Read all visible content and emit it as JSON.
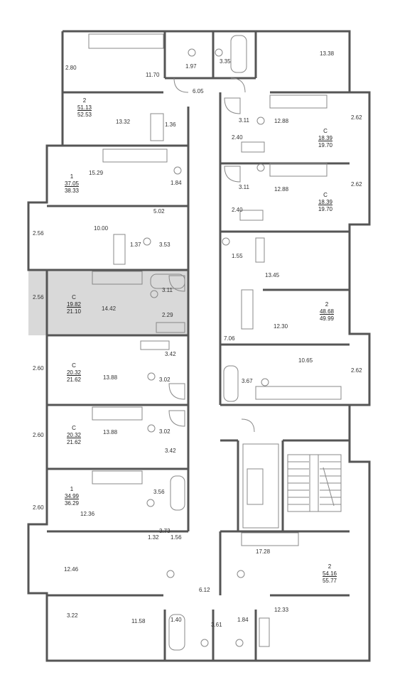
{
  "colors": {
    "wall": "#555555",
    "highlight": "#d9d9d9",
    "line": "#777777",
    "text": "#333333"
  },
  "apartments": [
    {
      "id": "apt-2-top",
      "type": "2",
      "living": "51.13",
      "total": "52.53"
    },
    {
      "id": "apt-1-a",
      "type": "1",
      "living": "37.05",
      "total": "38.33"
    },
    {
      "id": "apt-c-hl",
      "type": "C",
      "living": "19.82",
      "total": "21.10"
    },
    {
      "id": "apt-c-a",
      "type": "C",
      "living": "20.32",
      "total": "21.62"
    },
    {
      "id": "apt-c-b",
      "type": "C",
      "living": "20.32",
      "total": "21.62"
    },
    {
      "id": "apt-1-b",
      "type": "1",
      "living": "34.99",
      "total": "36.29"
    },
    {
      "id": "apt-c-r1",
      "type": "C",
      "living": "18.39",
      "total": "19.70"
    },
    {
      "id": "apt-c-r2",
      "type": "C",
      "living": "18.39",
      "total": "19.70"
    },
    {
      "id": "apt-2-r",
      "type": "2",
      "living": "48.68",
      "total": "49.99"
    },
    {
      "id": "apt-2-br",
      "type": "2",
      "living": "54.16",
      "total": "55.77"
    }
  ],
  "room_areas": [
    "2.80",
    "11.70",
    "1.97",
    "3.35",
    "13.38",
    "6.05",
    "13.32",
    "1.36",
    "15.29",
    "1.84",
    "5.02",
    "10.00",
    "1.37",
    "3.53",
    "2.56",
    "2.56",
    "14.42",
    "3.11",
    "2.29",
    "3.42",
    "2.60",
    "13.88",
    "3.02",
    "2.60",
    "13.88",
    "3.02",
    "3.42",
    "3.56",
    "2.60",
    "12.36",
    "3.73",
    "12.46",
    "1.32",
    "1.56",
    "6.12",
    "3.22",
    "11.58",
    "1.40",
    "3.61",
    "1.84",
    "12.33",
    "3.11",
    "2.62",
    "12.88",
    "2.40",
    "3.11",
    "2.62",
    "12.88",
    "2.40",
    "1.55",
    "13.45",
    "12.30",
    "7.06",
    "10.65",
    "2.62",
    "3.67",
    "17.28"
  ]
}
